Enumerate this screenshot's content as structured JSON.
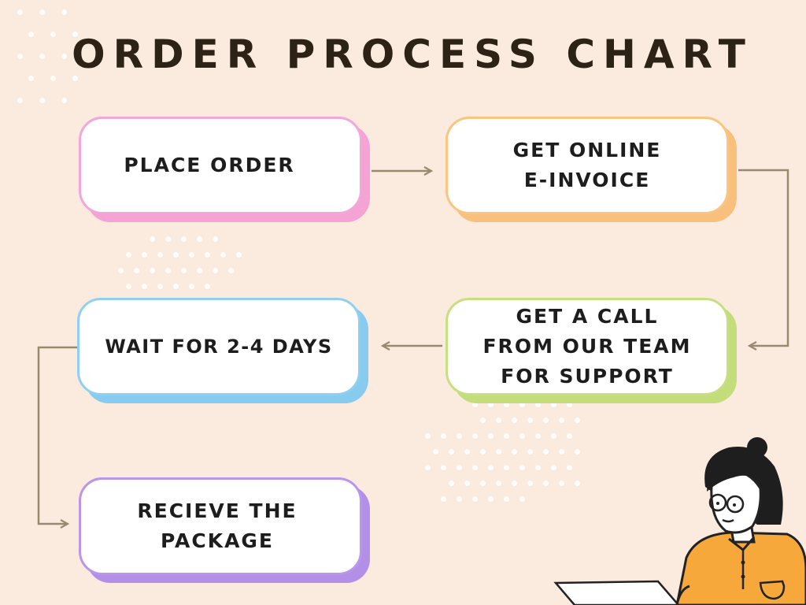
{
  "title": "ORDER PROCESS CHART",
  "steps": [
    {
      "label": "PLACE ORDER",
      "color": "#f3a6da",
      "shadow": "#f4a3d4"
    },
    {
      "label": "GET ONLINE\nE-INVOICE",
      "color": "#f9c580",
      "shadow": "#f8c07c"
    },
    {
      "label": "GET A CALL\nFROM OUR TEAM\nFOR SUPPORT",
      "color": "#c6df7f",
      "shadow": "#c3dd7a"
    },
    {
      "label": "WAIT FOR 2-4 DAYS",
      "color": "#8fd0f2",
      "shadow": "#87ccef"
    },
    {
      "label": "RECIEVE THE\nPACKAGE",
      "color": "#b896ec",
      "shadow": "#b38fe8"
    }
  ],
  "colors": {
    "background": "#fbebde",
    "arrow": "#9b8870",
    "title": "#2c2216"
  }
}
